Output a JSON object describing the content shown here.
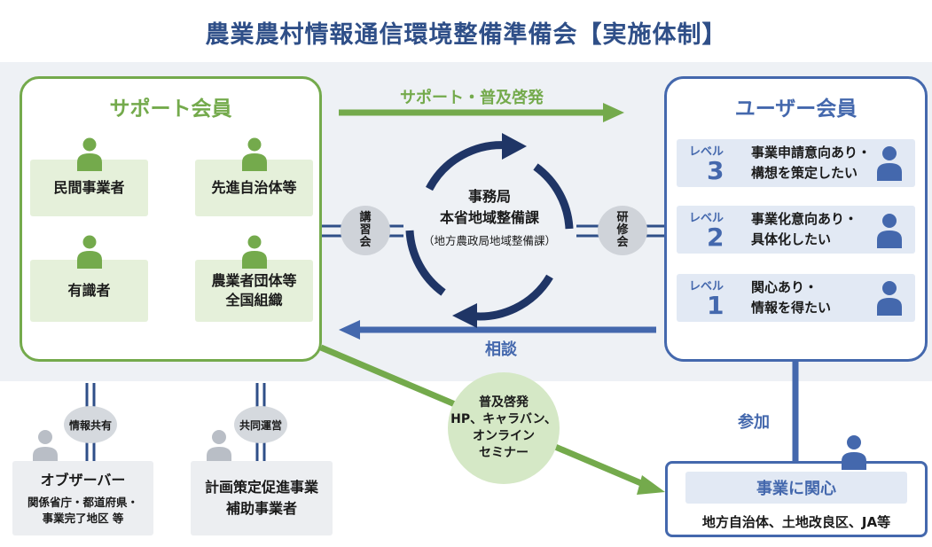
{
  "title": "農業農村情報通信環境整備準備会【実施体制】",
  "support": {
    "title": "サポート会員",
    "members": [
      "民間事業者",
      "先進自治体等",
      "有識者",
      "農業者団体等\n全国組織"
    ]
  },
  "user": {
    "title": "ユーザー会員",
    "level_tag": "レベル",
    "levels": [
      {
        "num": "3",
        "text": "事業申請意向あり・\n構想を策定したい"
      },
      {
        "num": "2",
        "text": "事業化意向あり・\n具体化したい"
      },
      {
        "num": "1",
        "text": "関心あり・\n情報を得たい"
      }
    ]
  },
  "center": {
    "line1": "事務局",
    "line2": "本省地域整備課",
    "line3": "（地方農政局地域整備課）"
  },
  "badges": {
    "left": "講\n習\n会",
    "right": "研\n修\n会"
  },
  "arrows": {
    "top_label": "サポート・普及啓発",
    "bottom_label": "相談",
    "up_label": "参加"
  },
  "promo": {
    "text": "普及啓発\nHP、キャラバン、\nオンライン\nセミナー"
  },
  "interest": {
    "title": "事業に関心",
    "sub": "地方自治体、土地改良区、JA等"
  },
  "observer": {
    "badge": "情報共有",
    "title": "オブザーバー",
    "sub": "関係省庁・都道府県・\n事業完了地区 等"
  },
  "joint": {
    "badge": "共同運営",
    "title": "計画策定促進事業\n補助事業者"
  },
  "colors": {
    "green": "#74aa4c",
    "blue": "#4468ad",
    "navy": "#1f3566",
    "title": "#2f4f88"
  }
}
